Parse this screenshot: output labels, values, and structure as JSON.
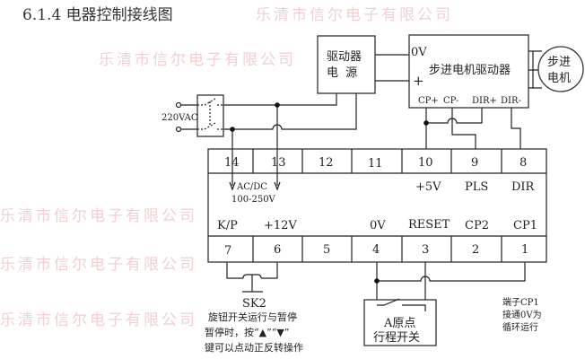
{
  "title": "6.1.4  电器控制接线图",
  "watermark": "乐清市信尔电子有限公司",
  "power_box": {
    "line1": "驱动器",
    "line2": "电  源"
  },
  "driver": {
    "label": "步进电机驱动器",
    "in_0v": "0V",
    "in_plus": "+",
    "cp_plus": "CP+",
    "cp_minus": "CP-",
    "dir_plus": "DIR+",
    "dir_minus": "DIR-"
  },
  "motor": {
    "line1": "步进",
    "line2": "电机"
  },
  "ac_input": "220VAC",
  "terminals_top": [
    "14",
    "13",
    "12",
    "11",
    "10",
    "9",
    "8"
  ],
  "labels_top": {
    "acdc": "AC/DC",
    "range": "100-250V",
    "plus5v": "+5V",
    "pls": "PLS",
    "dir": "DIR"
  },
  "labels_bottom": [
    "K/P",
    "+12V",
    "",
    "0V",
    "RESET",
    "CP2",
    "CP1"
  ],
  "terminals_bottom": [
    "7",
    "6",
    "5",
    "4",
    "3",
    "2",
    "1"
  ],
  "sk2": {
    "name": "SK2",
    "line1": "旋钮开关运行与暂停",
    "line2": "暂停时，按“▲”“▼”",
    "line3": "键可以点动正反转操作"
  },
  "limit_switch": {
    "line1": "A原点",
    "line2": "行程开关"
  },
  "cp1_note": [
    "端子CP1",
    "接通0V为",
    "循环运行"
  ]
}
